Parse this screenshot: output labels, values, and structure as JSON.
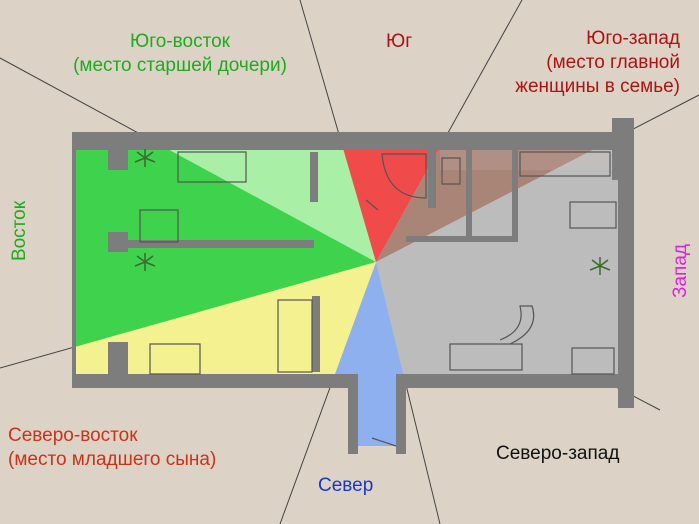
{
  "labels": {
    "southeast": {
      "title": "Юго-восток",
      "note": "(место старшей дочери)"
    },
    "south": "Юг",
    "southwest": {
      "title": "Юго-запад",
      "note1": "(место главной",
      "note2": "женщины в семье)"
    },
    "east": "Восток",
    "west": "Запад",
    "northeast": {
      "title": "Северо-восток",
      "note": "(место младшего сына)"
    },
    "north": "Север",
    "northwest": "Северо-запад"
  },
  "colors": {
    "background": "#dcd3c6",
    "southeast": "#3fd34d",
    "south_green": "#a9efa5",
    "south": "#f04a4a",
    "southwest": "#a98578",
    "northwest": "#bcbcbc",
    "north": "#8fb0ee",
    "northeast": "#f4f190",
    "label_green": "#1dac1d",
    "label_red": "#b01212",
    "label_magenta": "#e020e0",
    "label_blue": "#1a37c8",
    "wall": "#7d7d7d"
  }
}
